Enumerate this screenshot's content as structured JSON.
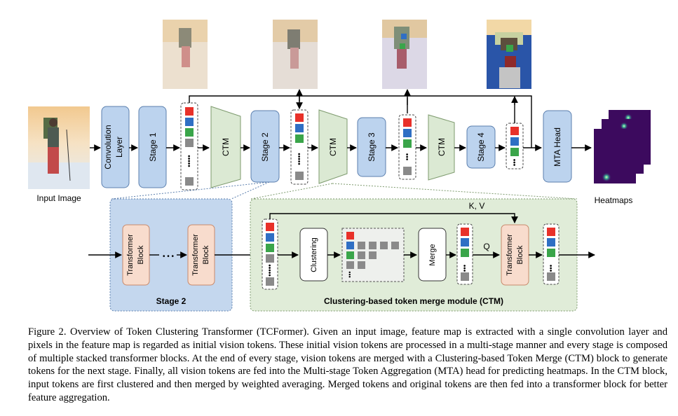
{
  "figure": {
    "input_label": "Input Image",
    "heatmaps_label": "Heatmaps",
    "conv_label": "Convolution Layer",
    "stage1_label": "Stage 1",
    "stage2_label": "Stage 2",
    "stage3_label": "Stage 3",
    "stage4_label": "Stage 4",
    "ctm_label": "CTM",
    "mta_label": "MTA Head",
    "transformer_block_label": "Transformer Block",
    "stage2_panel_title": "Stage 2",
    "ctm_panel_title": "Clustering-based token merge module (CTM)",
    "clustering_label": "Clustering",
    "merge_label": "Merge",
    "kv_label": "K, V",
    "q_label": "Q",
    "ellipsis": "• • •",
    "colors": {
      "block_fill": "#bcd3ee",
      "block_stroke": "#5b7fae",
      "ctm_fill": "#dbe9d3",
      "ctm_stroke": "#7d9a6d",
      "transformer_fill": "#f8dccd",
      "transformer_stroke": "#c98a6c",
      "token_red": "#e8312a",
      "token_blue": "#2f6fc4",
      "token_green": "#3aa54a",
      "token_gray": "#8a8a8a",
      "heatmap": "#3c0a5e"
    }
  },
  "caption": {
    "text": "Figure 2. Overview of Token Clustering Transformer (TCFormer). Given an input image, feature map is extracted with a single convolution layer and pixels in the feature map is regarded as initial vision tokens. These initial vision tokens are processed in a multi-stage manner and every stage is composed of multiple stacked transformer blocks. At the end of every stage, vision tokens are merged with a Clustering-based Token Merge (CTM) block to generate tokens for the next stage. Finally, all vision tokens are fed into the Multi-stage Token Aggregation (MTA) head for predicting heatmaps. In the CTM block, input tokens are first clustered and then merged by weighted averaging. Merged tokens and original tokens are then fed into a transformer block for better feature aggregation."
  }
}
